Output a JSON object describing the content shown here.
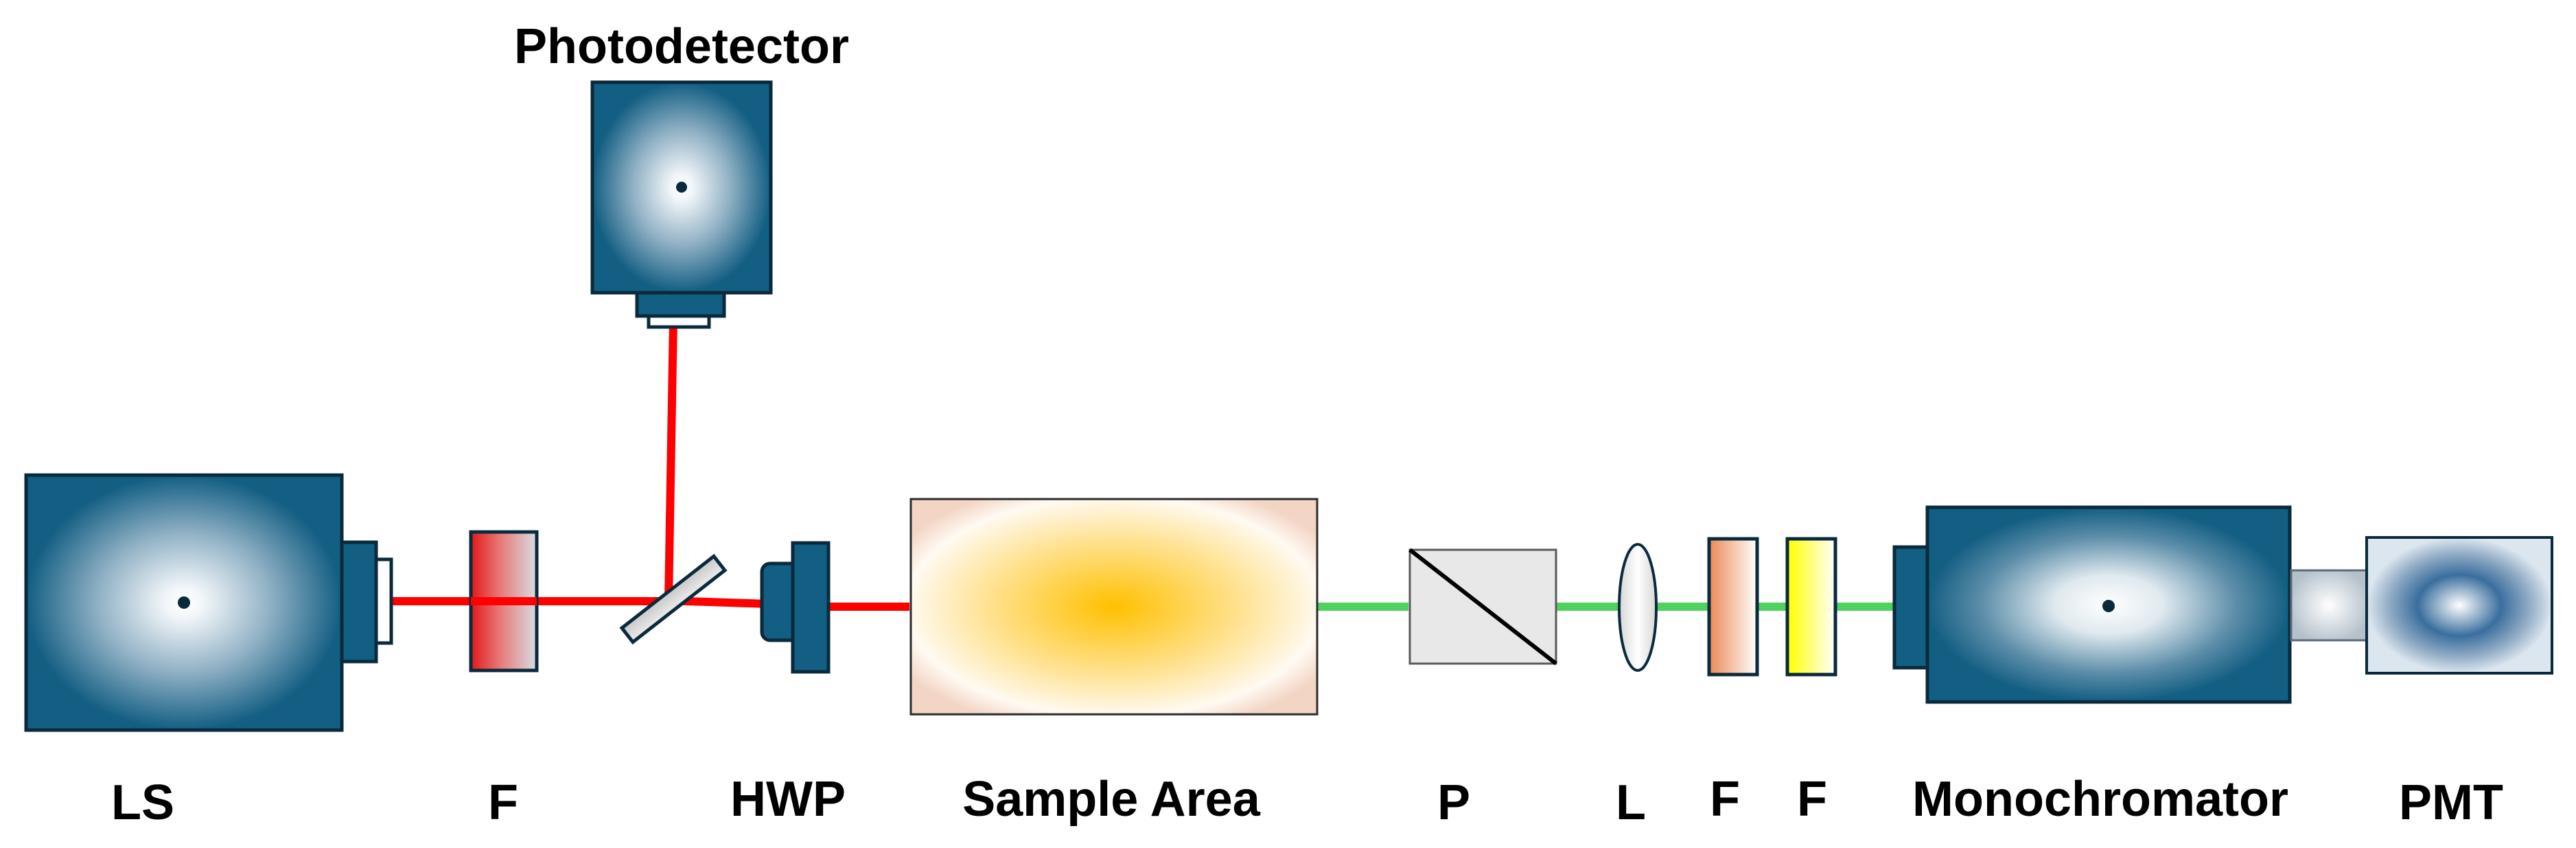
{
  "labels": {
    "photodetector": "Photodetector",
    "light_source": "LS",
    "filter_1": "F",
    "half_wave_plate": "HWP",
    "sample_area": "Sample Area",
    "polarizer": "P",
    "lens": "L",
    "filter_2": "F",
    "filter_3": "F",
    "monochromator": "Monochromator",
    "pmt": "PMT"
  },
  "colors": {
    "device_body": "#135e83",
    "device_outline": "#0a2a3c",
    "red_beam": "#ff0000",
    "green_beam": "#4fd160",
    "sample_center": "#ffc000"
  }
}
